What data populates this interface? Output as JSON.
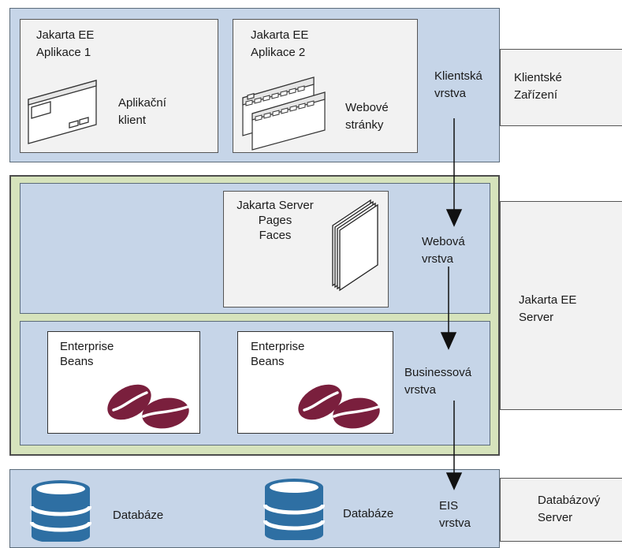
{
  "client_tier": {
    "app1_title": "Jakarta EE\nAplikace 1",
    "app1_caption": "Aplikační\nklient",
    "app2_title": "Jakarta EE\nAplikace 2",
    "app2_caption": "Webové\nstránky",
    "label": "Klientská\nvrstva"
  },
  "client_devices": {
    "label": "Klientské\nZařízení"
  },
  "web_tier": {
    "pages_title": "Jakarta Server\nPages\nFaces",
    "label": "Webová\nvrstva"
  },
  "business_tier": {
    "beans1_title": "Enterprise\nBeans",
    "beans2_title": "Enterprise\nBeans",
    "label": "Businessová\nvrstva"
  },
  "jakarta_server": {
    "label": "Jakarta EE\nServer"
  },
  "eis_tier": {
    "db1_label": "Databáze",
    "db2_label": "Databáze",
    "label": "EIS\nvrstva"
  },
  "database_server": {
    "label": "Databázový\nServer"
  },
  "colors": {
    "tier_fill": "#c6d5e8",
    "server_frame": "#d6e3bc",
    "card_fill": "#f2f2f2",
    "bean_color": "#7a1f3d",
    "db_color": "#2e6fa3"
  },
  "icons": {
    "app_client": "application-window-icon",
    "web_pages": "web-pages-icon",
    "server_pages": "document-stack-icon",
    "enterprise_beans": "coffee-beans-icon",
    "database": "database-cylinder-icon",
    "flow": "arrow-down-icon"
  }
}
